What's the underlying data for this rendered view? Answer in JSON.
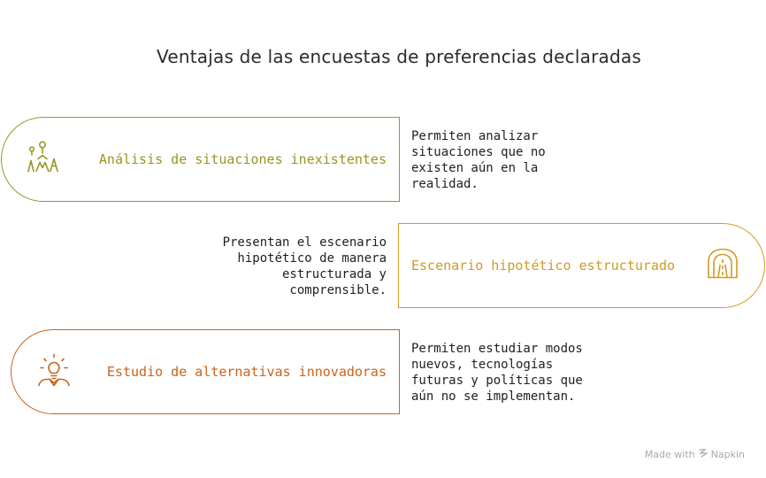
{
  "title": "Ventajas de las encuestas de preferencias declaradas",
  "items": [
    {
      "label": "Análisis de situaciones inexistentes",
      "description": "Permiten analizar\nsituaciones que no\nexisten aún en la\nrealidad.",
      "color": "#9a9522",
      "icon": "figures-scenario-icon"
    },
    {
      "label": "Escenario hipotético estructurado",
      "description": "Presentan el escenario\nhipotético de manera\nestructurada y\ncomprensible.",
      "color": "#cf9b26",
      "icon": "tunnel-road-icon"
    },
    {
      "label": "Estudio de alternativas innovadoras",
      "description": "Permiten estudiar modos\nnuevos, tecnologías\nfuturas y políticas que\naún no se implementan.",
      "color": "#c9631c",
      "icon": "lightbulb-person-icon"
    }
  ],
  "footer": {
    "made_with": "Made with",
    "brand": "Napkin"
  }
}
